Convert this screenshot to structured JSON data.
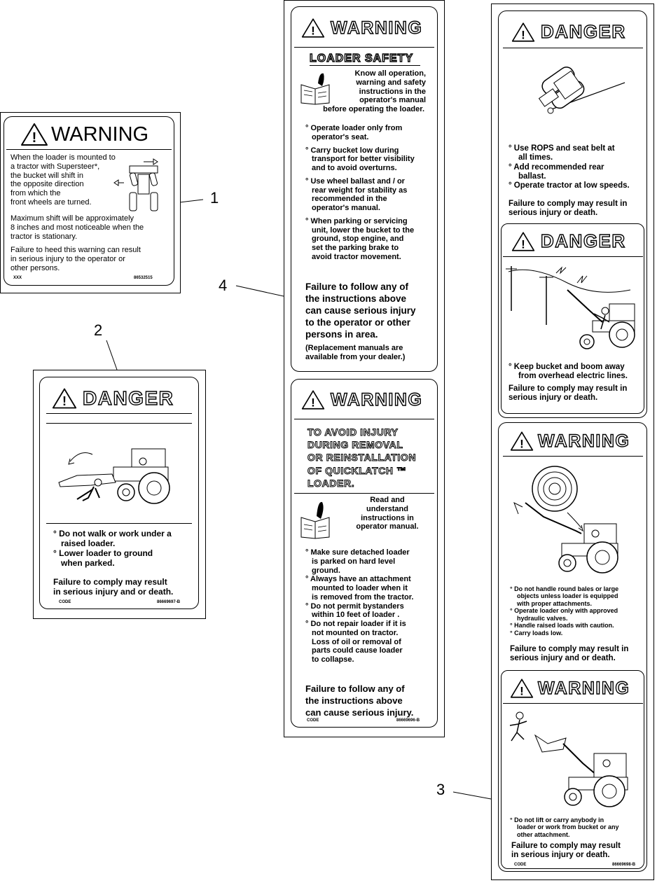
{
  "callouts": {
    "c1": "1",
    "c2": "2",
    "c3": "3",
    "c4": "4"
  },
  "decal1": {
    "header": "WARNING",
    "lines": [
      "When the loader is mounted to",
      "a tractor with Supersteer*,",
      "the bucket will shift in",
      "the opposite direction",
      "from which the",
      "front wheels are turned."
    ],
    "shift": [
      "Maximum shift will be approximately",
      "8 inches and most noticeable when the",
      "tractor is stationary."
    ],
    "fail": [
      "Failure to heed this warning can result",
      "in serious injury to the operator or",
      "other persons."
    ],
    "code_left": "XXX",
    "code_right": "86532515"
  },
  "decal2": {
    "header": "DANGER",
    "bullet1": [
      "Do not walk or work under a",
      "raised loader."
    ],
    "bullet2": [
      "Lower loader to ground",
      "when parked."
    ],
    "fail": [
      "Failure to comply may result",
      "in serious injury and or death."
    ],
    "code_left": "CODE",
    "code_right": "86669697-B"
  },
  "decal4": {
    "top": {
      "header": "WARNING",
      "subtitle": "LOADER SAFETY",
      "read": [
        "Know all operation,",
        "warning and safety",
        "instructions in the",
        "operator's manual",
        "before operating the loader."
      ],
      "b1": [
        "Operate loader only from",
        "operator's seat."
      ],
      "b2": [
        "Carry bucket low during",
        "transport for better visibility",
        "and to avoid overturns."
      ],
      "b3": [
        "Use wheel ballast and / or",
        "rear weight for stability as",
        "recommended in the",
        "operator's manual."
      ],
      "b4": [
        "When parking or servicing",
        "unit, lower the bucket to the",
        "ground, stop engine, and",
        "set the parking brake to",
        "avoid tractor movement."
      ],
      "fail": [
        "Failure to follow any of",
        "the instructions above",
        "can cause serious injury",
        "to the operator or other",
        "persons in area."
      ],
      "note": [
        "(Replacement manuals are",
        "available from your dealer.)"
      ]
    },
    "bottom": {
      "header": "WARNING",
      "title": [
        "TO AVOID INJURY",
        "DURING REMOVAL",
        "OR REINSTALLATION",
        "OF QUICKLATCH ™",
        "LOADER."
      ],
      "read": [
        "Read and",
        "understand",
        "instructions in",
        "operator manual."
      ],
      "b1": [
        "Make sure detached loader",
        "is parked on hard level",
        "ground."
      ],
      "b2": [
        "Always have an attachment",
        "mounted to loader when it",
        "is removed from the tractor."
      ],
      "b3": [
        "Do not permit bystanders",
        "within 10 feet of loader ."
      ],
      "b4": [
        "Do not repair loader if it is",
        "not mounted on tractor.",
        "Loss of oil or removal of",
        "parts could cause loader",
        "to collapse."
      ],
      "fail": [
        "Failure to follow any of",
        "the instructions above",
        "can cause serious injury."
      ],
      "code_left": "CODE",
      "code_right": "86669696-B"
    }
  },
  "decal3": {
    "p1": {
      "header": "DANGER",
      "b1": [
        "Use ROPS and seat belt at",
        "all times."
      ],
      "b2": [
        "Add recommended rear",
        "ballast."
      ],
      "b3": [
        "Operate tractor at low speeds."
      ],
      "fail": [
        "Failure to comply may result in",
        "serious injury or death."
      ]
    },
    "p2": {
      "header": "DANGER",
      "b1": [
        "Keep bucket and boom away",
        "from overhead electric lines."
      ],
      "fail": [
        "Failure to comply may result in",
        "serious injury or death."
      ]
    },
    "p3": {
      "header": "WARNING",
      "b1": [
        "Do not handle round bales or large",
        "objects unless loader is equipped",
        "with proper attachments."
      ],
      "b2": [
        "Operate loader only with approved",
        "hydraulic valves."
      ],
      "b3": [
        "Handle raised loads with caution."
      ],
      "b4": [
        "Carry loads low."
      ],
      "fail": [
        "Failure to comply may result in",
        "serious injury and or death."
      ]
    },
    "p4": {
      "header": "WARNING",
      "b1": [
        "Do not lift or carry anybody in",
        "loader or work from bucket or any",
        "other attachment."
      ],
      "fail": [
        "Failure to comply may result",
        "in serious injury or death."
      ],
      "code_left": "CODE",
      "code_right": "86669698-B"
    }
  }
}
